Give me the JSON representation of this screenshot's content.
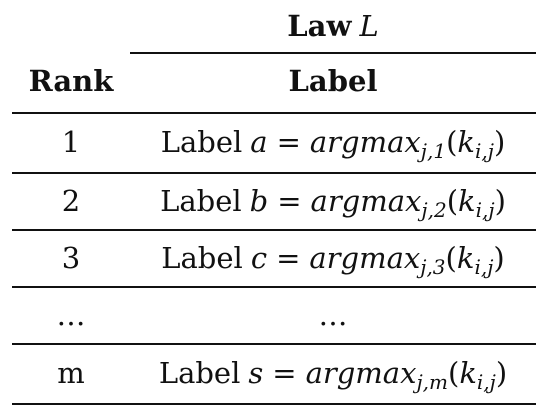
{
  "header": {
    "group_label": "Law",
    "group_symbol": "L",
    "rank_label": "Rank",
    "label_label": "Label"
  },
  "rows": [
    {
      "rank": "1",
      "word": "Label",
      "var": "a",
      "eq": "=",
      "func": "argmax",
      "sub": "j,1",
      "arg": "k",
      "arg_sub": "i,j"
    },
    {
      "rank": "2",
      "word": "Label",
      "var": "b",
      "eq": "=",
      "func": "argmax",
      "sub": "j,2",
      "arg": "k",
      "arg_sub": "i,j"
    },
    {
      "rank": "3",
      "word": "Label",
      "var": "c",
      "eq": "=",
      "func": "argmax",
      "sub": "j,3",
      "arg": "k",
      "arg_sub": "i,j"
    },
    {
      "rank": "…",
      "ellipsis": "…"
    },
    {
      "rank": "m",
      "word": "Label",
      "var": "s",
      "eq": "=",
      "func": "argmax",
      "sub": "j,m",
      "arg": "k",
      "arg_sub": "i,j"
    }
  ]
}
